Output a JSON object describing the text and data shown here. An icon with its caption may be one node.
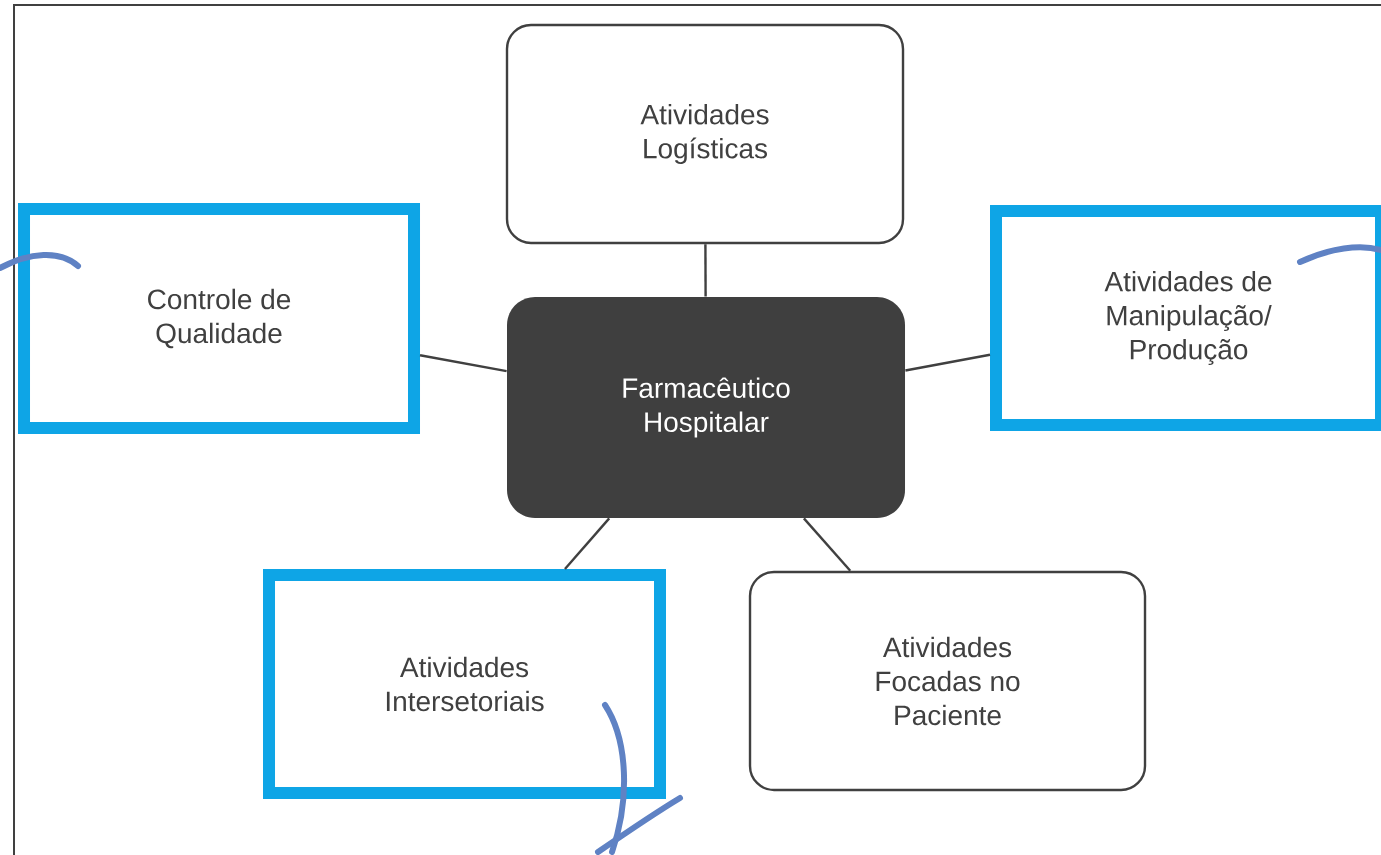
{
  "diagram": {
    "nodes": [
      {
        "text": [
          "Farmacêutico Hospitalar"
        ]
      },
      {
        "text": [
          "Atividades Logísticas"
        ]
      },
      {
        "text": [
          "Controle de Qualidade"
        ]
      },
      {
        "text": [
          "Atividades de Manipulação/ Produção"
        ]
      },
      {
        "text": [
          "Atividades Intersetoriais"
        ]
      },
      {
        "text": [
          "Atividades Focadas no Paciente"
        ]
      }
    ],
    "edges": [
      {
        "from": 0,
        "to": 1,
        "arrow": "none"
      },
      {
        "from": 0,
        "to": 2,
        "arrow": "none"
      },
      {
        "from": 0,
        "to": 3,
        "arrow": "none"
      },
      {
        "from": 0,
        "to": 4,
        "arrow": "none"
      },
      {
        "from": 0,
        "to": 5,
        "arrow": "none"
      }
    ]
  }
}
